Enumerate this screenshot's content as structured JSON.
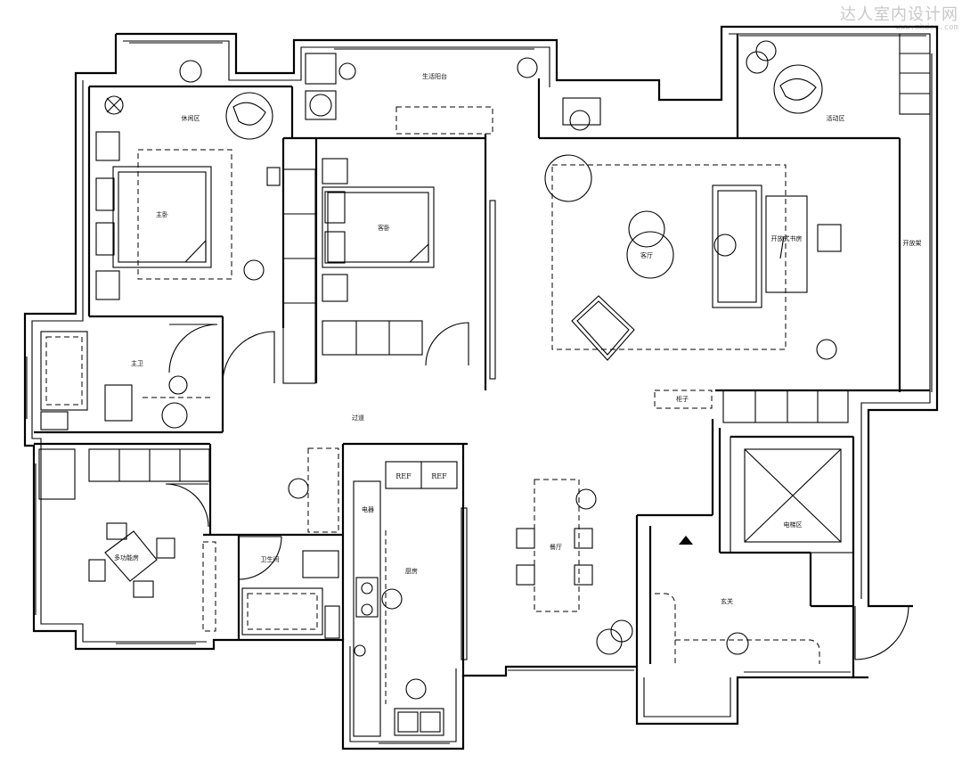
{
  "watermark": {
    "text": "达人室内设计网",
    "url": "www.mhdea.com"
  },
  "rooms": {
    "leisure": "休闲区",
    "balcony": "生活阳台",
    "activity": "活动区",
    "master_bedroom": "主卧",
    "guest_bedroom": "客卧",
    "living_room": "客厅",
    "open_study": "开放式书房",
    "open_shelf": "开放架",
    "master_bath": "主卫",
    "cabinet": "柜子",
    "corridor": "过道",
    "multi_room": "多功能房",
    "bathroom": "卫生间",
    "kitchen": "厨房",
    "fridge_1": "REF",
    "fridge_2": "REF",
    "appliance": "电器",
    "dining": "餐厅",
    "elevator": "电梯区",
    "entrance": "玄关"
  }
}
